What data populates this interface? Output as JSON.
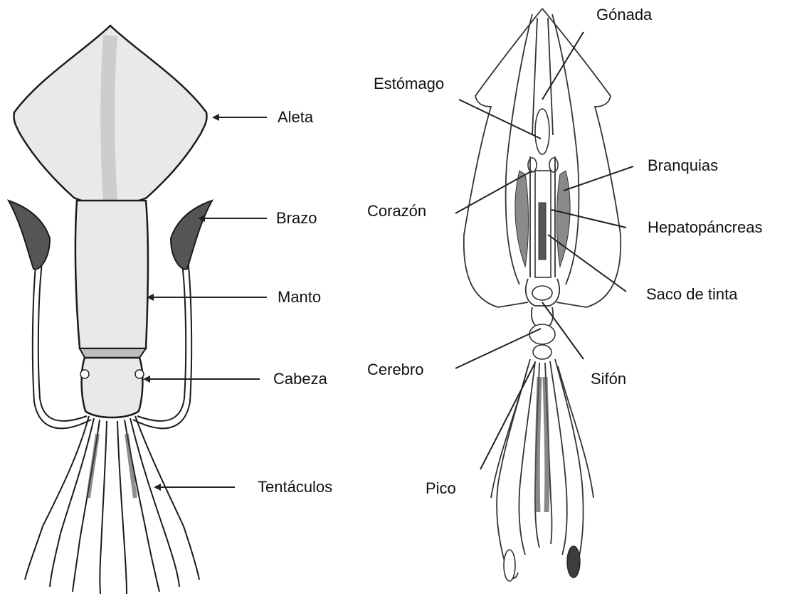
{
  "left_diagram": {
    "labels": {
      "aleta": "Aleta",
      "brazo": "Brazo",
      "manto": "Manto",
      "cabeza": "Cabeza",
      "tentaculos": "Tentáculos"
    }
  },
  "right_diagram": {
    "labels": {
      "gonada": "Gónada",
      "estomago": "Estómago",
      "branquias": "Branquias",
      "corazon": "Corazón",
      "hepatopancreas": "Hepatopáncreas",
      "saco_tinta": "Saco de tinta",
      "cerebro": "Cerebro",
      "sifon": "Sifón",
      "pico": "Pico"
    }
  }
}
